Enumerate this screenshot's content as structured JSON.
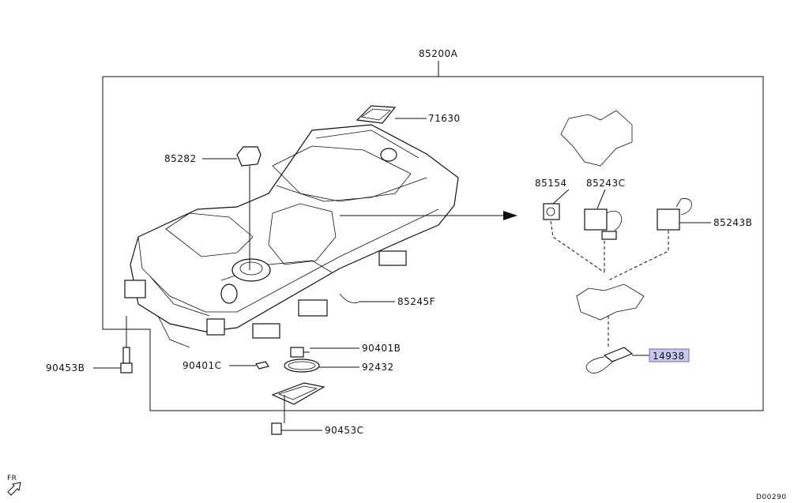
{
  "title_part": "85200A",
  "labels": {
    "p71630": "71630",
    "p85282": "85282",
    "p85154": "85154",
    "p85243C": "85243C",
    "p85243B": "85243B",
    "p85245F": "85245F",
    "p90401B": "90401B",
    "p90401C": "90401C",
    "p92432": "92432",
    "p90453B": "90453B",
    "p90453C": "90453C",
    "p14938": "14938"
  },
  "highlight": {
    "part": "14938",
    "color": "#c8c8ee",
    "border": "#6b6bb8"
  },
  "orientation_mark": "FR",
  "diagram_code": "D00290",
  "icons": [
    "fr-arrow-icon"
  ]
}
